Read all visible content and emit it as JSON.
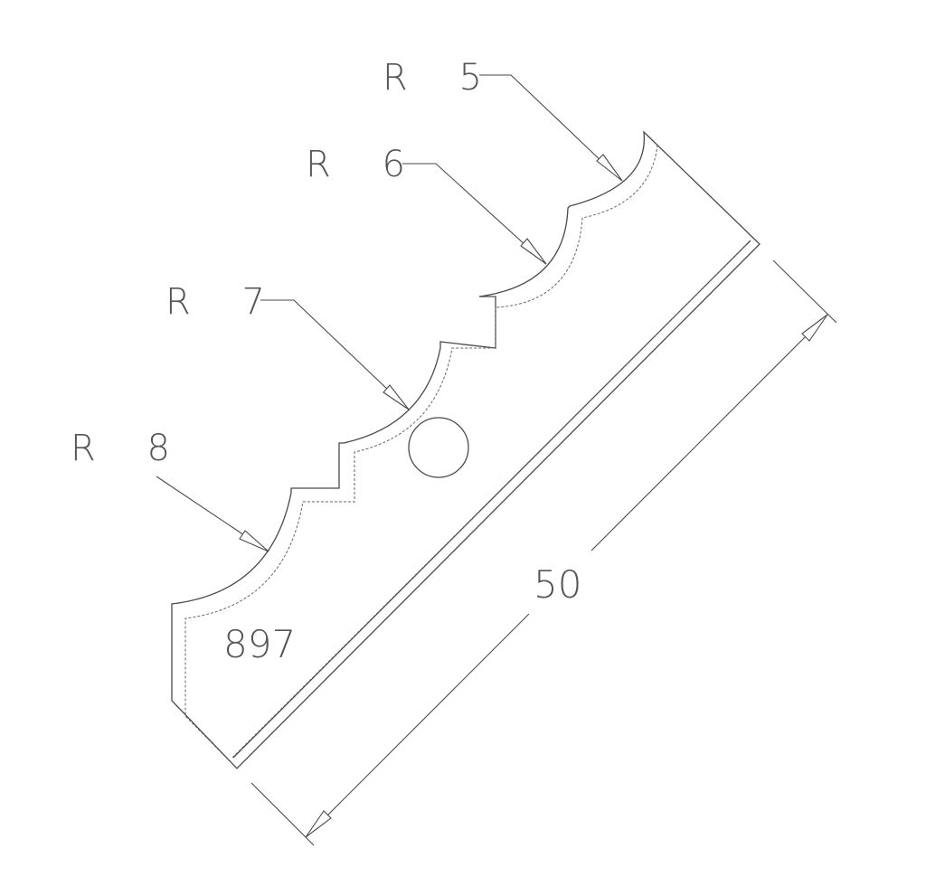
{
  "drawing": {
    "part_number": "897",
    "radius_labels": [
      {
        "id": "r5",
        "text": "R 5"
      },
      {
        "id": "r6",
        "text": "R 6"
      },
      {
        "id": "r7",
        "text": "R 7"
      },
      {
        "id": "r8",
        "text": "R 8"
      }
    ],
    "dimension": {
      "value": "50"
    },
    "colors": {
      "line": "#4a4a4a",
      "text": "#555555",
      "background": "#ffffff"
    }
  }
}
